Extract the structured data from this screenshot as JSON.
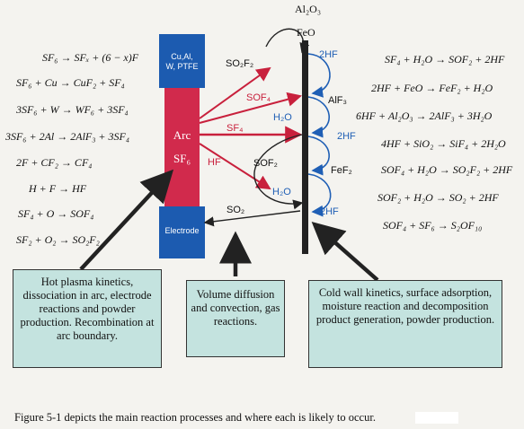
{
  "left_reactions": [
    "SF₆ → SFₓ + (6 − x)F",
    "SF₆ + Cu → CuF₂ + SF₄",
    "3SF₆ + W → WF₆ + 3SF₄",
    "3SF₆ + 2Al → 2AlF₃ + 3SF₄",
    "2F + CF₂ → CF₄",
    "H + F → HF",
    "SF₄ + O → SOF₄",
    "SF₂ + O₂ → SO₂F₂"
  ],
  "right_reactions": [
    "SF₄ + H₂O → SOF₂ + 2HF",
    "2HF + FeO → FeF₂ + H₂O",
    "6HF + Al₂O₃ → 2AlF₃ + 3H₂O",
    "4HF + SiO₂ → SiF₄ + 2H₂O",
    "SOF₄ + H₂O → SO₂F₂ + 2HF",
    "SOF₂ + H₂O → SO₂ + 2HF",
    "SOF₄ + SF₆ → S₂OF₁₀"
  ],
  "electrode_top": {
    "line1": "Cu,Al,",
    "line2": "W, PTFE"
  },
  "arc": {
    "label": "Arc",
    "gas": "SF₆"
  },
  "electrode_bottom": {
    "label": "Electrode"
  },
  "wall_top_labels": {
    "al2o3": "Al₂O₃",
    "feo": "FeO"
  },
  "species": {
    "so2f2": "SO₂F₂",
    "sof4": "SOF₄",
    "sf4": "SF₄",
    "hf": "HF",
    "sof2": "SOF₂",
    "so2": "SO₂",
    "h2o_a": "H₂O",
    "h2o_b": "H₂O",
    "hf2_a": "2HF",
    "alf3": "AlF₃",
    "hf2_b": "2HF",
    "fef2": "FeF₂",
    "hf2_c": "2HF"
  },
  "notes": {
    "plasma": "Hot plasma kinetics, dissociation in arc, electrode reactions and powder production. Recombination at arc boundary.",
    "volume": "Volume diffusion and convection, gas reactions.",
    "wall": "Cold wall kinetics, surface adsorption, moisture reaction and decomposition product generation, powder production."
  },
  "caption": "Figure 5-1 depicts the main reaction processes and where each is likely to occur.",
  "colors": {
    "electrode_blue": "#1c5bb0",
    "arc_red": "#d12a4c",
    "note_fill": "#c4e3df",
    "species_red": "#c8203c",
    "species_blue": "#1f5fb5"
  }
}
